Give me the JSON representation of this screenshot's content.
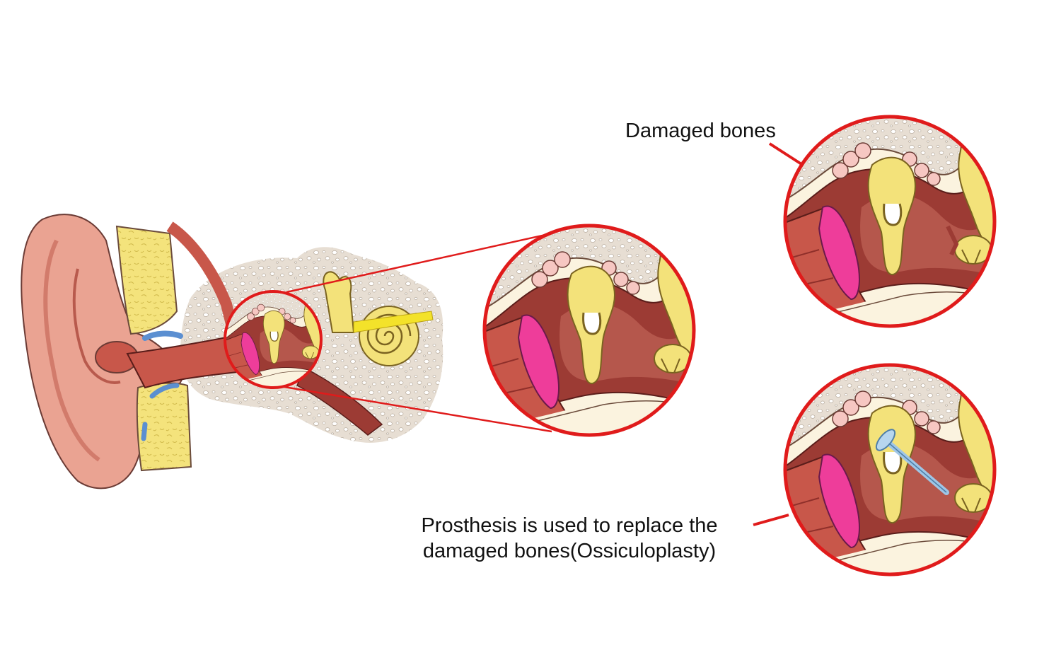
{
  "labels": {
    "damaged_bones": "Damaged bones",
    "prosthesis_line1": "Prosthesis is used to replace the",
    "prosthesis_line2": "damaged bones(Ossiculoplasty)"
  },
  "colors": {
    "callout_red": "#e01b1b",
    "skin": "#e9a08f",
    "skin_dark": "#c7695b",
    "bone_yellow": "#f3e27a",
    "canal": "#c8574a",
    "canal_dark": "#8f2f2a",
    "eardrum_pink": "#ee3d9a",
    "spongy_bone": "#e6ddd2",
    "blue_vessel": "#5b8fd1",
    "cream": "#fbf3df"
  },
  "icons": [
    "outer-ear-illustration",
    "magnifier-circle",
    "prosthesis-rod"
  ]
}
